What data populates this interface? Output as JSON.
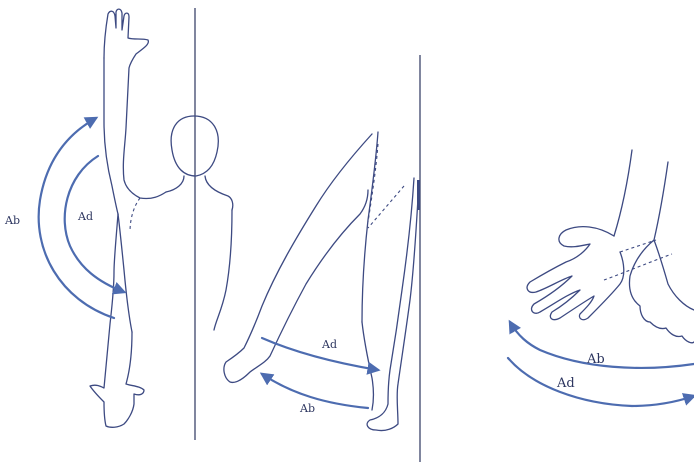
{
  "panels": [
    {
      "id": "shoulder",
      "labels": {
        "abduction": "Ab",
        "adduction": "Ad"
      }
    },
    {
      "id": "hip",
      "labels": {
        "adduction": "Ad",
        "abduction": "Ab"
      }
    },
    {
      "id": "wrist",
      "labels": {
        "abduction": "Ab",
        "adduction": "Ad"
      }
    }
  ],
  "colors": {
    "outline": "#3d4a82",
    "arrow": "#4d6cb0",
    "text": "#2c355f"
  }
}
